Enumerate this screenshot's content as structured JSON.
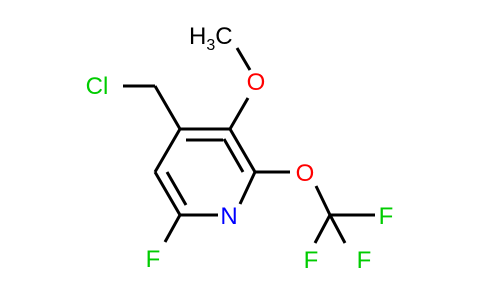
{
  "molecule": {
    "atoms": {
      "methyl": {
        "main": "H",
        "sub": "3",
        "rest": "C",
        "color": "#000000"
      },
      "methoxy_oxygen": {
        "label": "O",
        "color": "#ff0000"
      },
      "chlorine": {
        "label": "Cl",
        "color": "#00cc00"
      },
      "ring_nitrogen": {
        "label": "N",
        "color": "#0000ff"
      },
      "ether_oxygen": {
        "label": "O",
        "color": "#ff0000"
      },
      "ring_fluorine": {
        "label": "F",
        "color": "#00cc00"
      },
      "cf3_fluorine_right": {
        "label": "F",
        "color": "#00cc00"
      },
      "cf3_fluorine_bottom_left": {
        "label": "F",
        "color": "#00cc00"
      },
      "cf3_fluorine_bottom_right": {
        "label": "F",
        "color": "#00cc00"
      }
    },
    "colors": {
      "bond": "#000000",
      "background": "#ffffff"
    }
  }
}
